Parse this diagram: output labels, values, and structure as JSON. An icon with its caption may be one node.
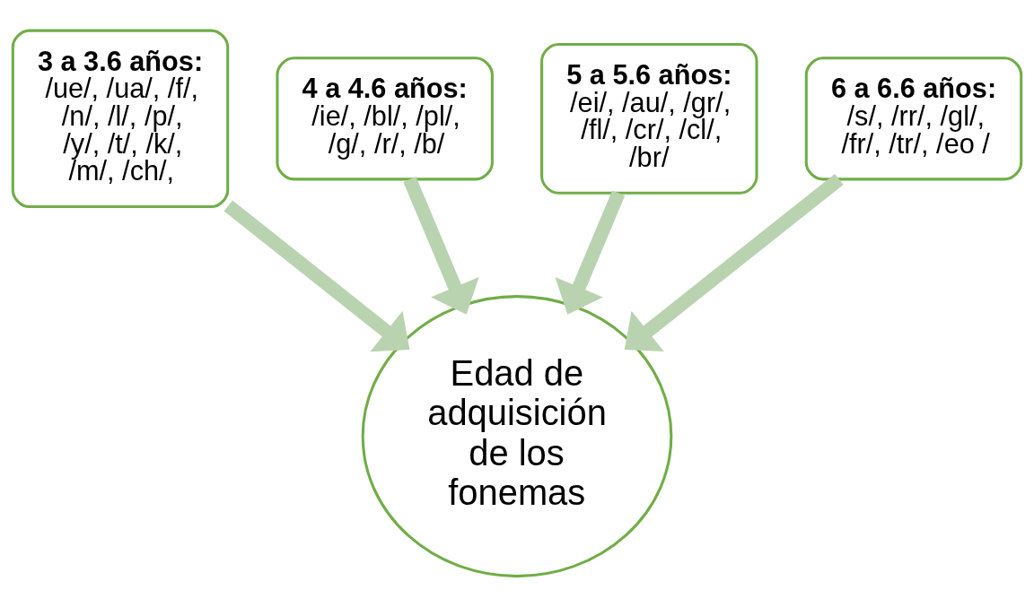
{
  "diagram": {
    "nodes": [
      {
        "text": [
          "4 a 4.6 años:",
          "/ie/, /bl/, /pl/, /g/, /r/, /b/"
        ]
      },
      {
        "text": [
          "5 a 5.6 años:",
          "/ei/, /au/, /gr/, /fl/, /cr/, /cl/, /br/"
        ]
      },
      {
        "text": [
          "3 a 3.6 años:",
          "/ue/, /ua/, /f/, /n/, /l/, /p/, /y/, /t/, /k/, /m/, /ch/,"
        ]
      },
      {
        "text": [
          "6 a 6.6 años:",
          "/s/, /rr/, /gl/, /fr/, /tr/, /eo /"
        ]
      },
      {
        "text": [
          "Edad de adquisición de los fonemas"
        ]
      }
    ],
    "edges": [
      {
        "from": 0,
        "to": 4,
        "arrow": "to"
      },
      {
        "from": 1,
        "to": 4,
        "arrow": "to"
      },
      {
        "from": 2,
        "to": 4,
        "arrow": "to"
      },
      {
        "from": 3,
        "to": 4,
        "arrow": "to"
      }
    ]
  }
}
